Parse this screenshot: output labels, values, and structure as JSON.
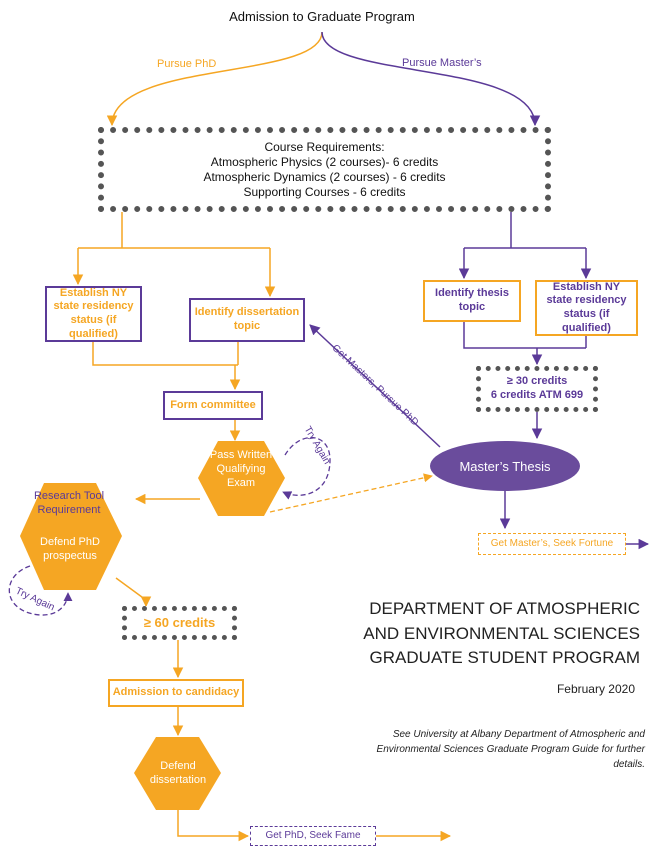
{
  "colors": {
    "gold": "#f5a623",
    "purple": "#5b3a98",
    "dark": "#555555"
  },
  "top_title": "Admission to Graduate Program",
  "edges": {
    "pursue_phd": "Pursue PhD",
    "pursue_masters": "Pursue Master’s",
    "get_masters_pursue_phd": "Get Masters, Pursue PhD",
    "try_again_1": "Try Again",
    "try_again_2": "Try Again"
  },
  "course_req": {
    "heading": "Course Requirements:",
    "line1": "Atmospheric Physics (2 courses)- 6 credits",
    "line2": "Atmospheric Dynamics (2 courses) - 6 credits",
    "line3": "Supporting Courses - 6 credits"
  },
  "phd": {
    "residency": "Establish NY state residency status (if qualified)",
    "dissertation_topic": "Identify dissertation topic",
    "form_committee": "Form committee",
    "qualifying_exam": "Pass Written Qualifying Exam",
    "research_tool": "Research Tool Requirement",
    "defend_prospectus": "Defend PhD prospectus",
    "credits_60": "≥ 60 credits",
    "candidacy": "Admission to candidacy",
    "defend_dissertation": "Defend dissertation",
    "outcome": "Get PhD, Seek Fame"
  },
  "masters": {
    "thesis_topic": "Identify thesis topic",
    "residency": "Establish NY state residency status (if qualified)",
    "credits_30_line1": "≥ 30 credits",
    "credits_30_line2": "6 credits ATM 699",
    "thesis": "Master’s Thesis",
    "outcome": "Get Master’s, Seek Fortune"
  },
  "department": {
    "line1": "DEPARTMENT OF ATMOSPHERIC",
    "line2": "AND ENVIRONMENTAL SCIENCES",
    "line3": "GRADUATE STUDENT PROGRAM",
    "date": "February 2020",
    "note": "See University at Albany Department of Atmospheric and Environmental Sciences Graduate Program Guide for further details."
  }
}
